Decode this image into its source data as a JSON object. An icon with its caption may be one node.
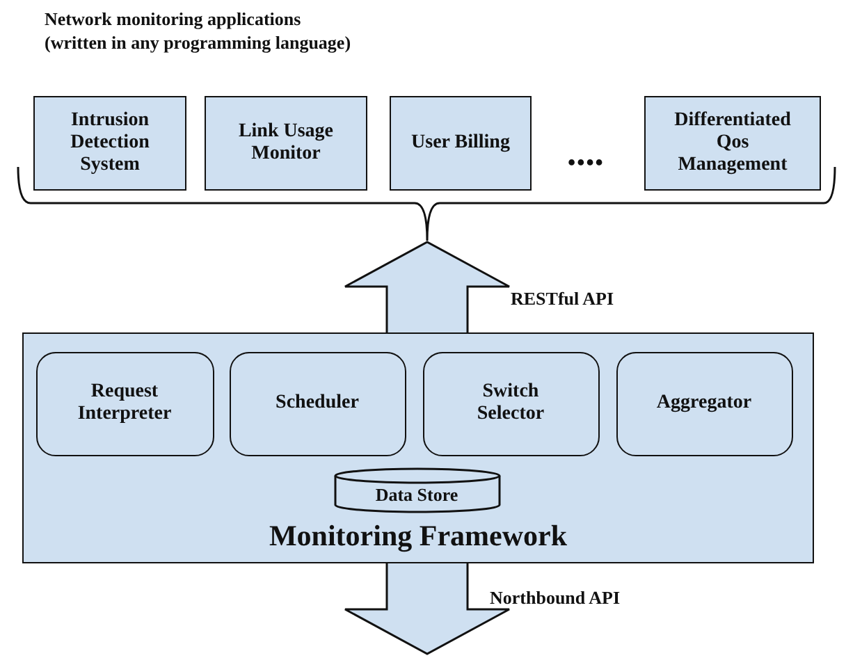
{
  "diagram": {
    "nodes": [
      {
        "text": [
          "Intrusion Detection System"
        ]
      },
      {
        "text": [
          "Link Usage Monitor"
        ]
      },
      {
        "text": [
          "User Billing"
        ]
      },
      {
        "text": [
          "Differentiated Qos Management"
        ]
      },
      {
        "text": [
          "Monitoring Framework"
        ]
      },
      {
        "text": [
          "Request Interpreter"
        ],
        "in": 4
      },
      {
        "text": [
          "Scheduler"
        ],
        "in": 4
      },
      {
        "text": [
          "Switch Selector"
        ],
        "in": 4
      },
      {
        "text": [
          "Aggregator"
        ],
        "in": 4
      },
      {
        "text": [
          "Data Store"
        ],
        "in": 4
      }
    ],
    "edges": [
      {
        "from": 4,
        "to": null,
        "arrow": "to",
        "label": "RESTful API",
        "style": "thick"
      },
      {
        "from": 4,
        "to": null,
        "arrow": "to",
        "label": "Northbound API",
        "style": "thick"
      }
    ],
    "labels": [
      "Network monitoring applications (written in any programming language)",
      "••••"
    ]
  }
}
